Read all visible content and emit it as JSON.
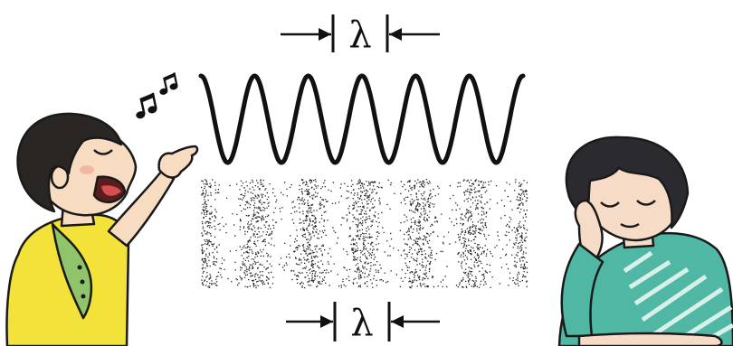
{
  "wavelength_symbol": "λ",
  "wave": {
    "crests": 6,
    "color": "#111111"
  },
  "compression_bands": {
    "count": 6,
    "color": "#222222"
  },
  "singer": {
    "shirt_color": "#f2e23a",
    "collar_color": "#8fc46a",
    "hair_color": "#2a2623",
    "skin_color": "#f7dcc2"
  },
  "listener": {
    "shirt_color": "#4fb7a4",
    "stripe_color": "#d7f0e9",
    "hair_color": "#2b2a2e",
    "skin_color": "#f6dcc6"
  },
  "music_notes_icon": "music-notes-icon"
}
